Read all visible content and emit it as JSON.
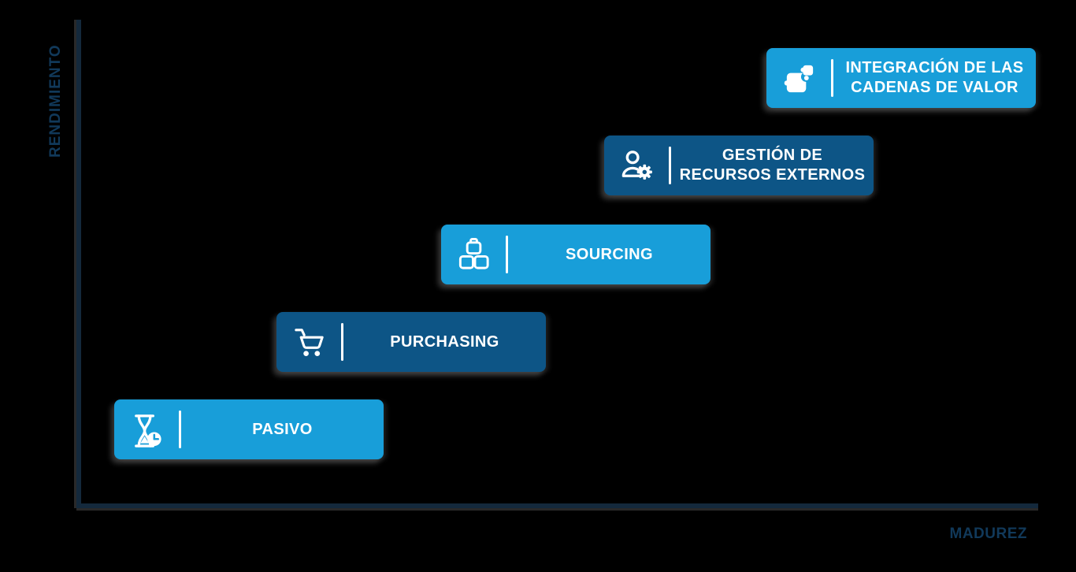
{
  "axes": {
    "y_label": "RENDIMIENTO",
    "x_label": "MADUREZ"
  },
  "colors": {
    "background": "#000000",
    "light_blue": "#189ED9",
    "dark_blue": "#0D5586",
    "axis_line": "#14293C",
    "axis_label_text": "#11395A",
    "step_text": "#FFFFFF"
  },
  "steps": [
    {
      "name": "pasivo",
      "lines": [
        "PASIVO"
      ],
      "icon": "hourglass-clock-icon",
      "variant": "light"
    },
    {
      "name": "purchasing",
      "lines": [
        "PURCHASING"
      ],
      "icon": "shopping-cart-icon",
      "variant": "dark"
    },
    {
      "name": "sourcing",
      "lines": [
        "SOURCING"
      ],
      "icon": "packages-icon",
      "variant": "light"
    },
    {
      "name": "gestion-recursos-externos",
      "lines": [
        "GESTIÓN DE",
        "RECURSOS EXTERNOS"
      ],
      "icon": "person-gear-icon",
      "variant": "dark"
    },
    {
      "name": "integracion-cadenas-valor",
      "lines": [
        "INTEGRACIÓN DE LAS",
        "CADENAS DE VALOR"
      ],
      "icon": "puzzle-icon",
      "variant": "light"
    }
  ]
}
